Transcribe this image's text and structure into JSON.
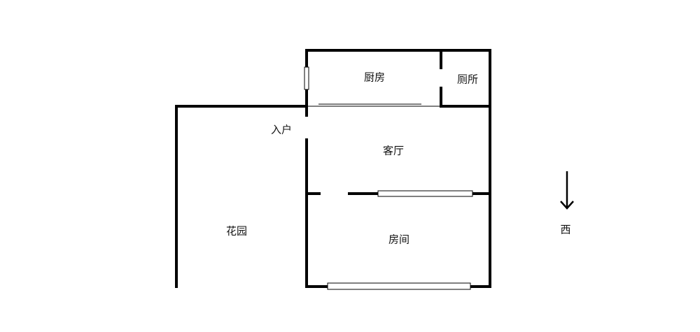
{
  "rooms": {
    "kitchen": "厨房",
    "toilet": "厕所",
    "entrance": "入户",
    "living_room": "客厅",
    "garden": "花园",
    "bedroom": "房间"
  },
  "orientation": {
    "direction_label": "西",
    "arrow_icon": "arrow-down-icon"
  }
}
